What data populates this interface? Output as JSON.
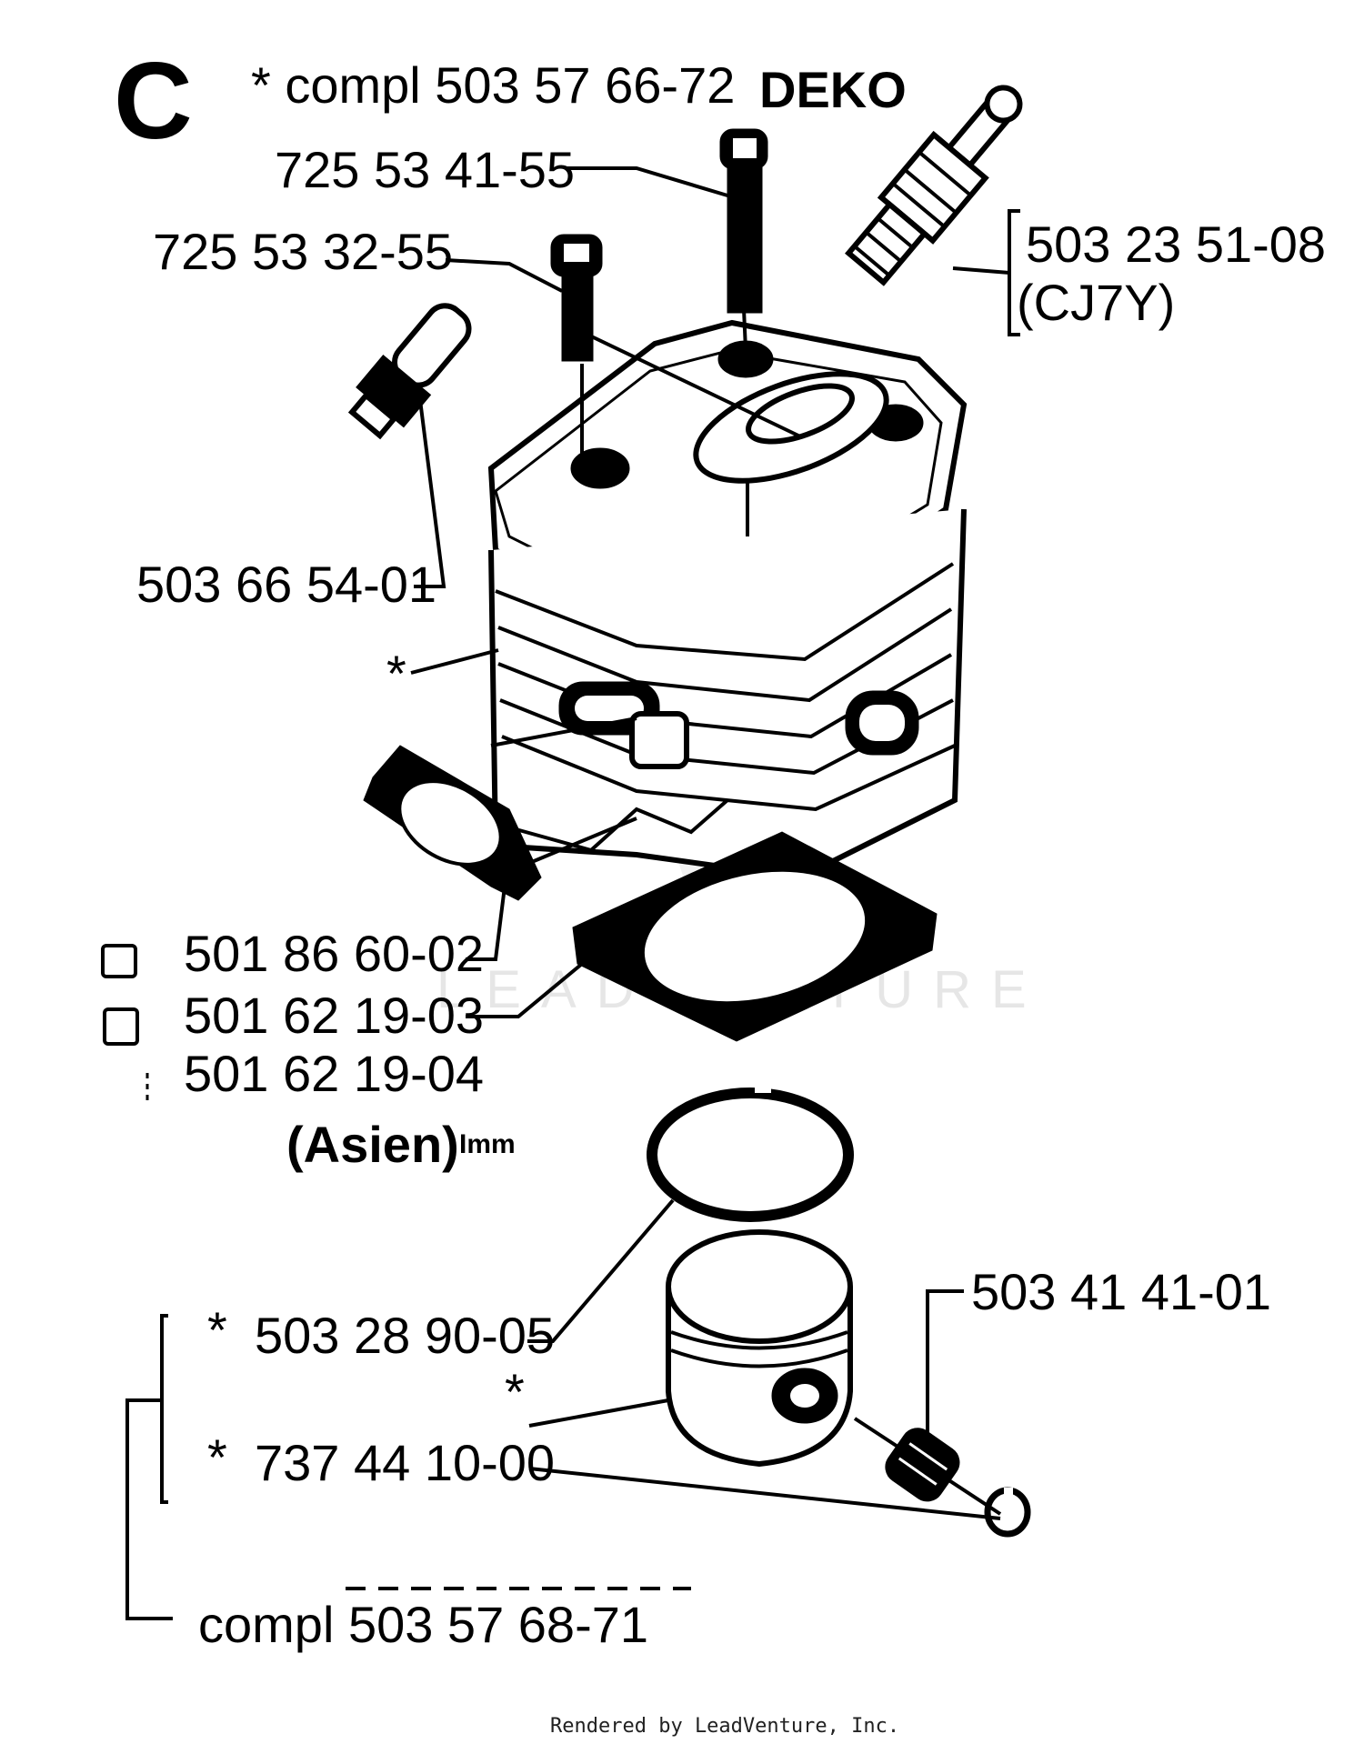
{
  "section": {
    "letter": "C"
  },
  "top": {
    "compl_label": "*  compl 503 57 66-72",
    "deko": "DEKO"
  },
  "parts": {
    "screw_long": "725 53 41-55",
    "screw_short": "725 53 32-55",
    "spark_plug": "503 23 51-08",
    "spark_plug_type": "(CJ7Y)",
    "decompression_valve": "503 66 54-01",
    "cylinder_star": "*",
    "muffler_gasket": "501 86 60-02",
    "cylinder_gasket": "501 62 19-03",
    "cylinder_gasket_asia": "501 62 19-04",
    "asia_note": "(Asien)",
    "asia_unit": "Imm",
    "piston_ring": "503 28 90-05",
    "piston_ring_star": "*",
    "piston": "737 44 10-00",
    "piston_star": "*",
    "piston_pin_star": "*",
    "piston_pin": "503 41 41-01",
    "compl_bottom": "compl 503 57 68-71"
  },
  "footer": {
    "rendered_by": "Rendered by LeadVenture, Inc."
  },
  "watermark": {
    "text": "LEADVENTURE"
  }
}
